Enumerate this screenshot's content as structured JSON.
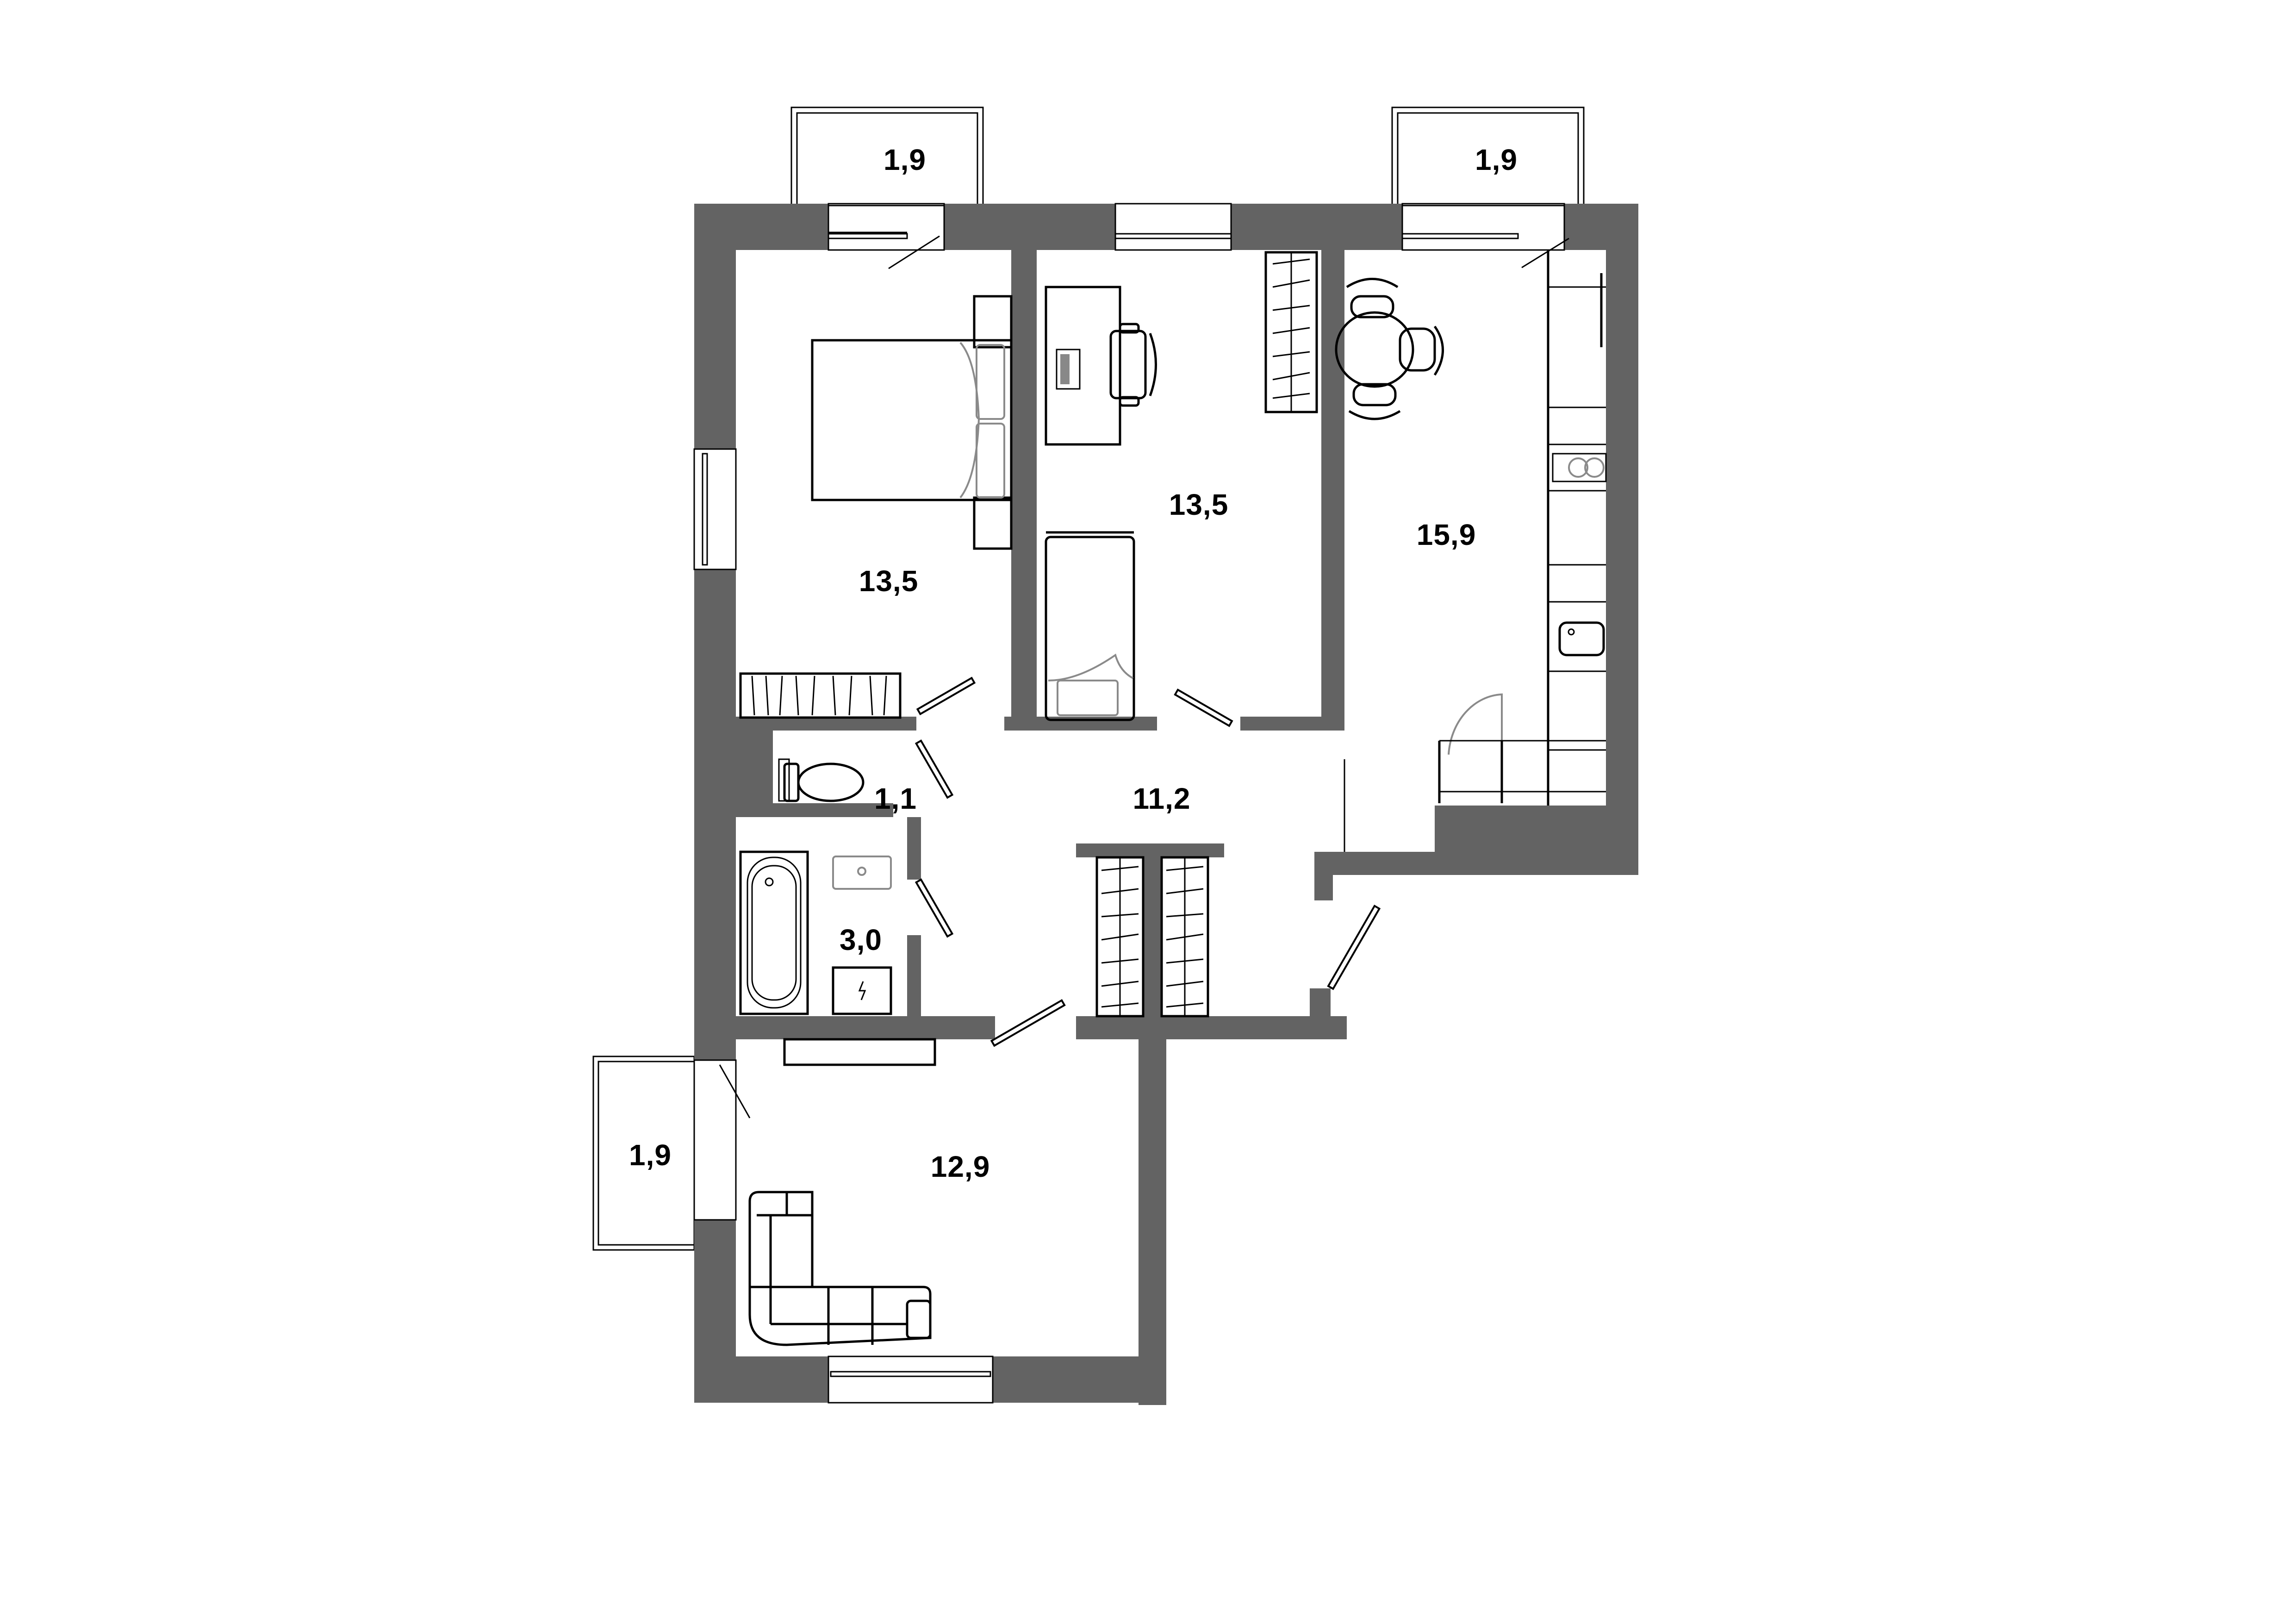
{
  "plan": {
    "type": "apartment-floor-plan",
    "unit": "m²",
    "wall_color": "#636363",
    "background": "#ffffff",
    "rooms": [
      {
        "id": "balcony-top-left",
        "name": "balcony",
        "area": "1,9"
      },
      {
        "id": "balcony-top-right",
        "name": "balcony",
        "area": "1,9"
      },
      {
        "id": "balcony-left",
        "name": "balcony",
        "area": "1,9"
      },
      {
        "id": "bedroom",
        "name": "bedroom",
        "area": "13,5"
      },
      {
        "id": "study",
        "name": "bedroom-study",
        "area": "13,5"
      },
      {
        "id": "kitchen",
        "name": "kitchen-dining",
        "area": "15,9"
      },
      {
        "id": "hall",
        "name": "hallway",
        "area": "11,2"
      },
      {
        "id": "wc",
        "name": "toilet",
        "area": "1,1"
      },
      {
        "id": "bathroom",
        "name": "bathroom",
        "area": "3,0"
      },
      {
        "id": "living",
        "name": "living-room",
        "area": "12,9"
      }
    ]
  }
}
